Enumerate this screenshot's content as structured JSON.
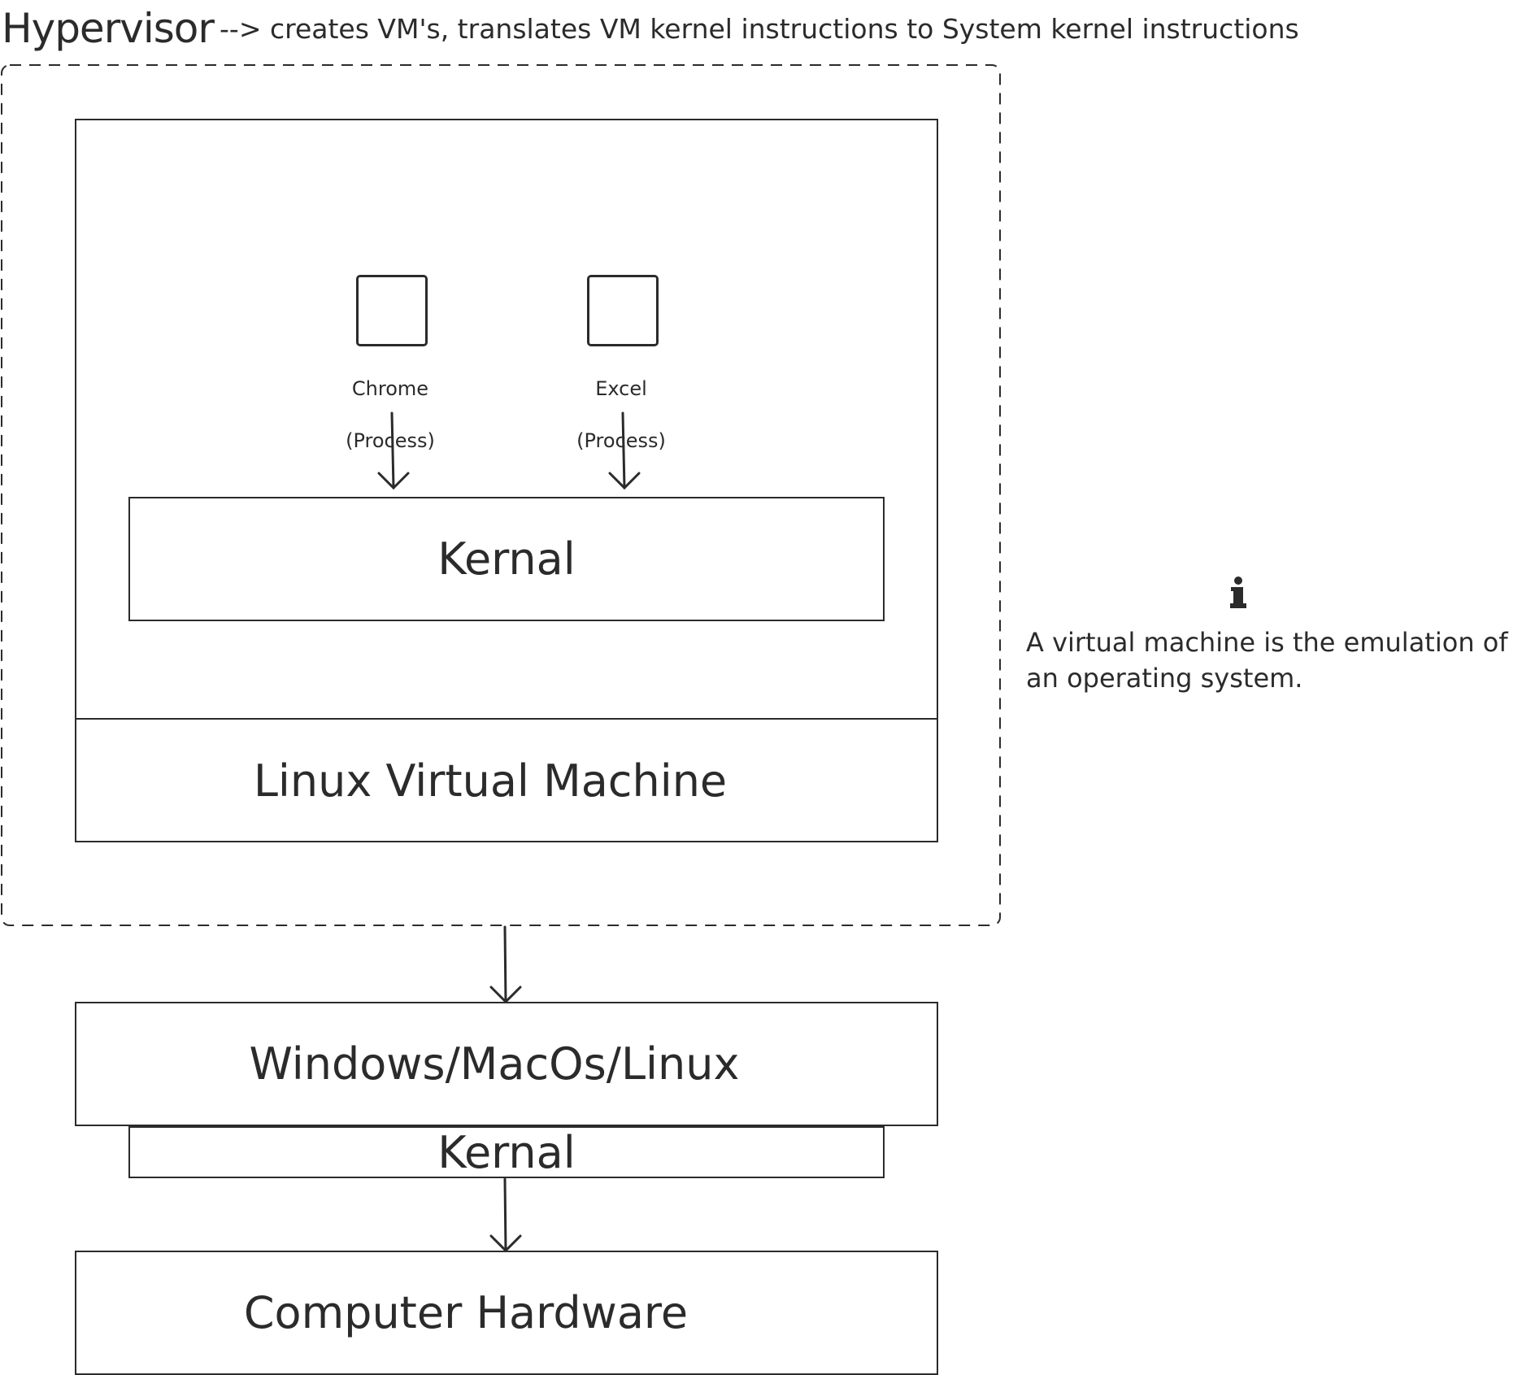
{
  "header": {
    "title": "Hypervisor",
    "description": "--> creates VM's, translates VM kernel instructions to System kernel instructions"
  },
  "vm": {
    "processes": [
      {
        "name": "Chrome",
        "type": "(Process)"
      },
      {
        "name": "Excel",
        "type": "(Process)"
      }
    ],
    "kernel_label": "Kernal",
    "machine_label": "Linux Virtual Machine"
  },
  "host": {
    "os_label": "Windows/MacOs/Linux",
    "kernel_label": "Kernal",
    "hardware_label": "Computer Hardware"
  },
  "note": {
    "icon": "info-icon",
    "text": "A virtual machine is the emulation of an operating system."
  },
  "colors": {
    "stroke": "#2b2b2b",
    "background": "#ffffff"
  }
}
